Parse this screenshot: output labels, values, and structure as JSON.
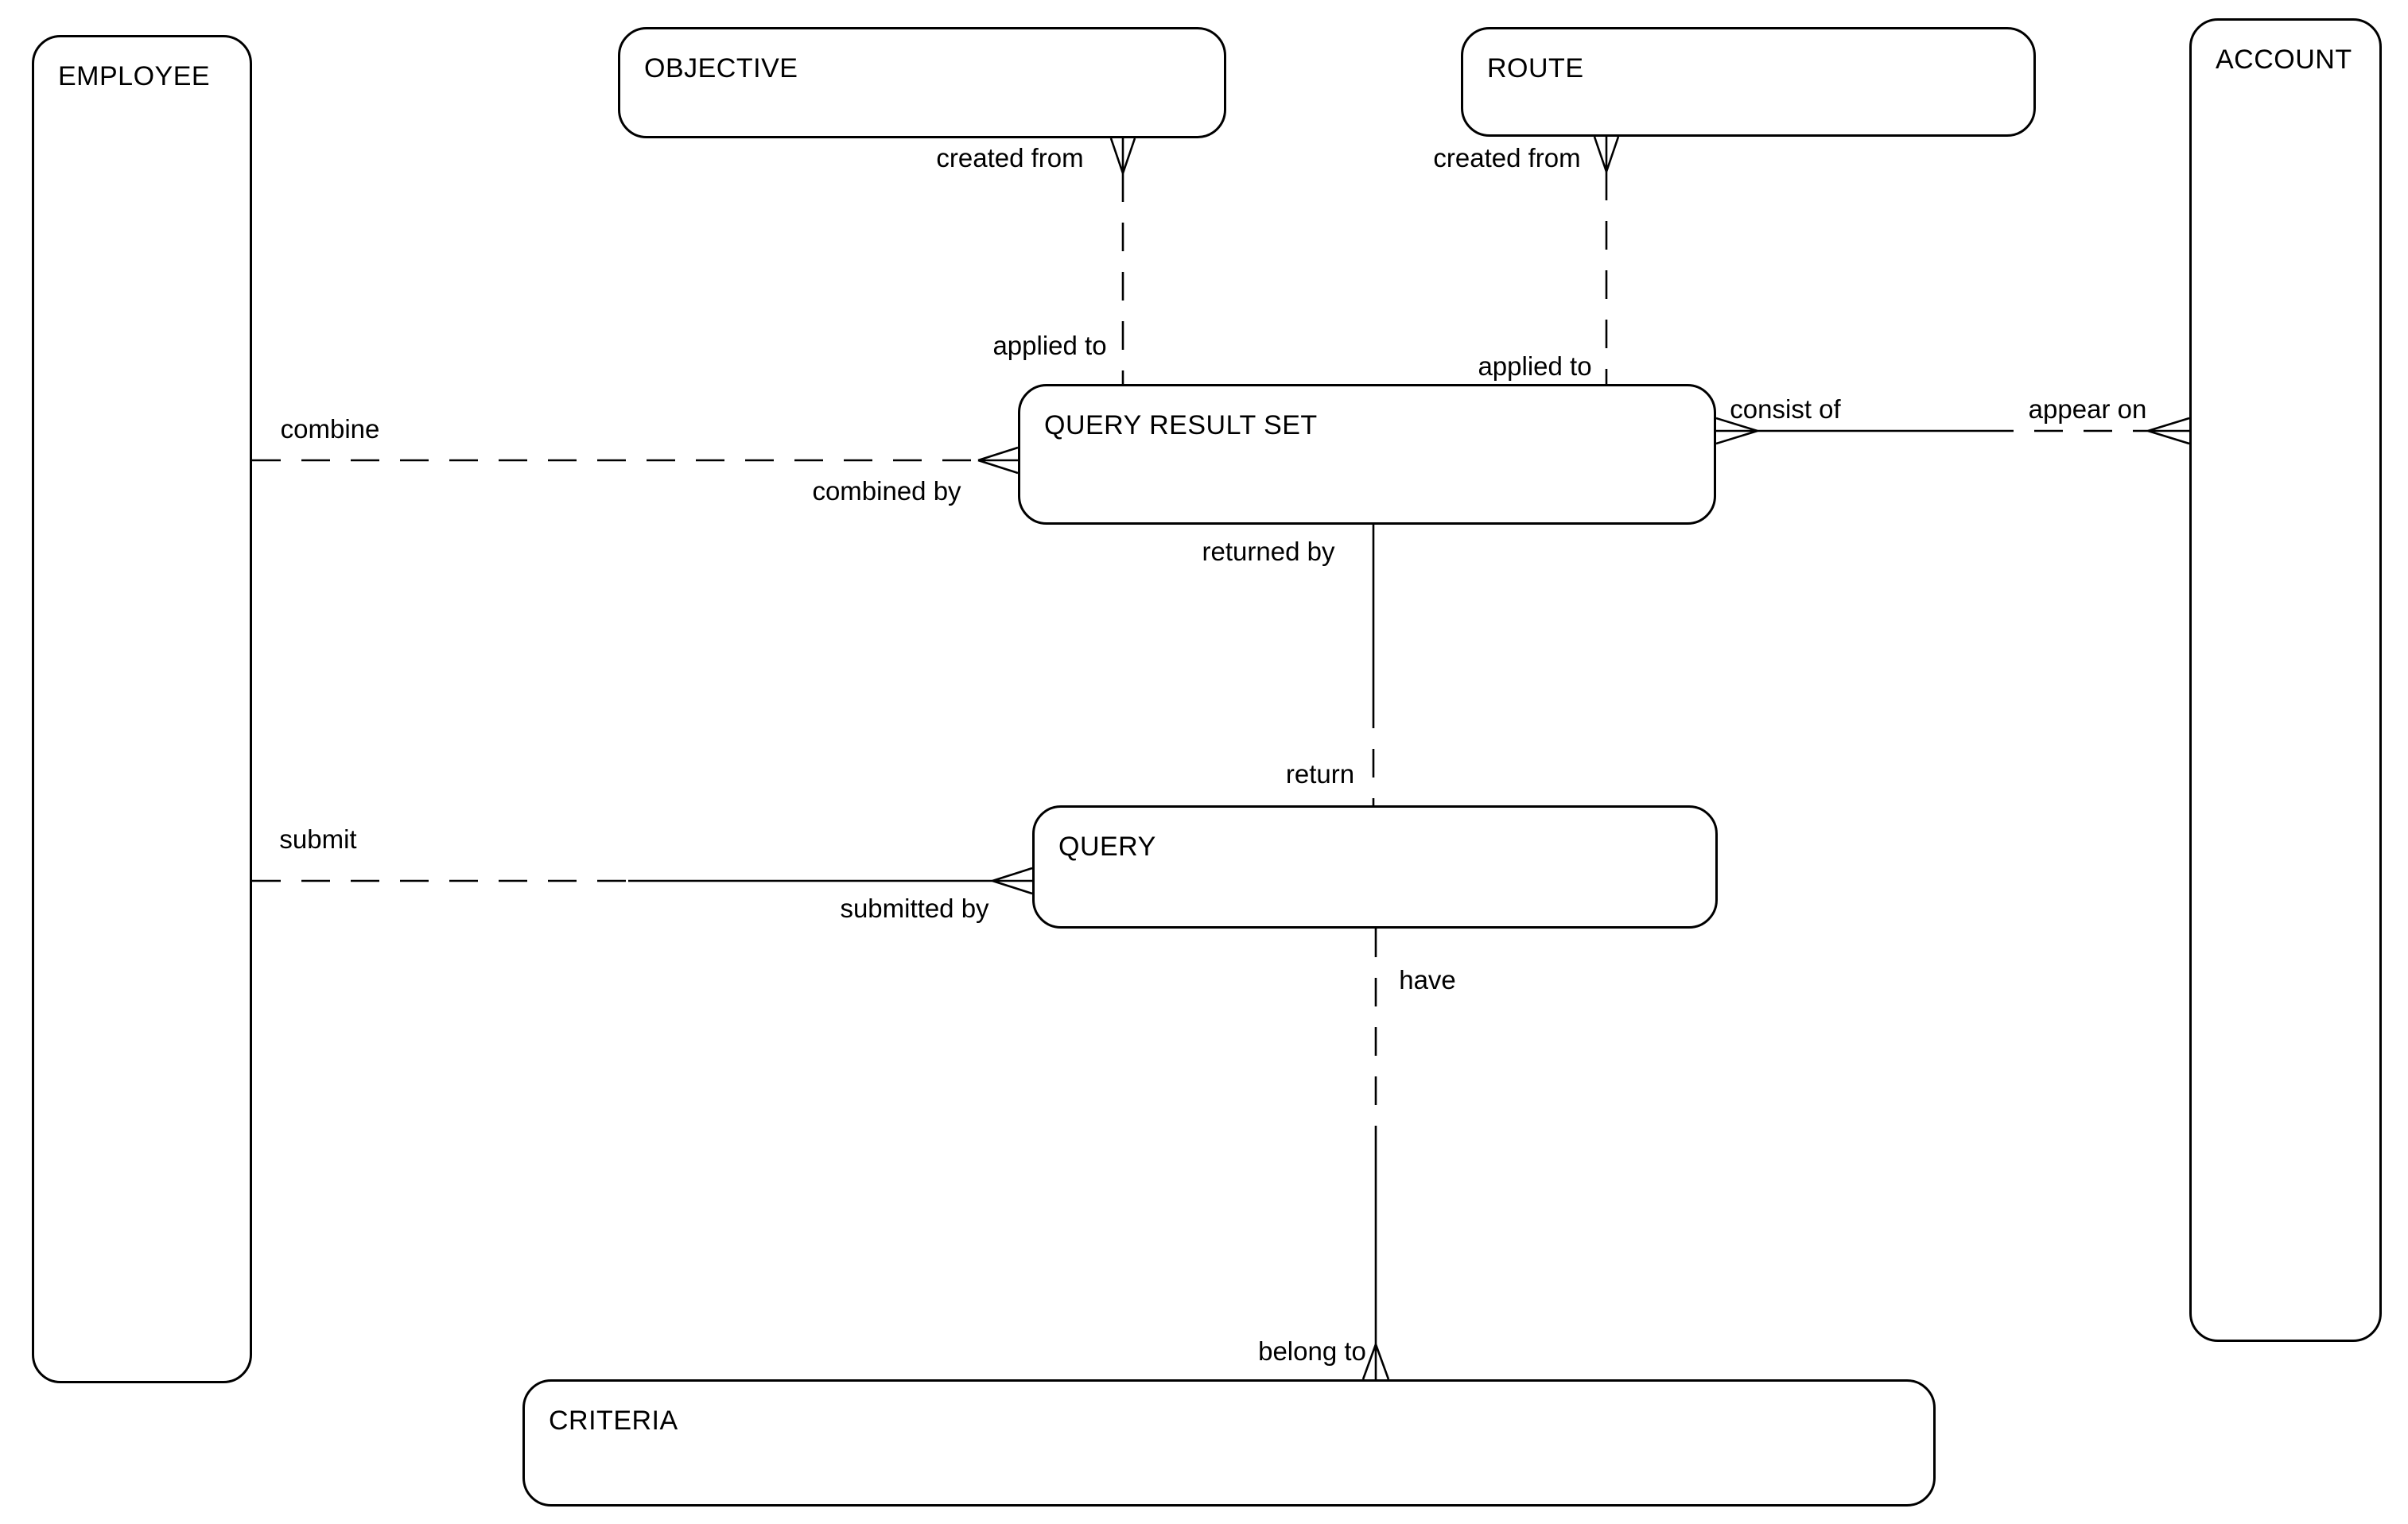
{
  "colors": {
    "stroke": "#000000",
    "background": "#ffffff"
  },
  "entities": {
    "employee": {
      "label": "EMPLOYEE"
    },
    "objective": {
      "label": "OBJECTIVE"
    },
    "route": {
      "label": "ROUTE"
    },
    "account": {
      "label": "ACCOUNT"
    },
    "query_result_set": {
      "label": "QUERY RESULT SET"
    },
    "query": {
      "label": "QUERY"
    },
    "criteria": {
      "label": "CRITERIA"
    }
  },
  "relationships": [
    {
      "from": "OBJECTIVE",
      "to": "QUERY RESULT SET",
      "from_label": "created from",
      "to_label": "applied to",
      "line": "dashed",
      "crow_foot_at": [
        "OBJECTIVE"
      ]
    },
    {
      "from": "ROUTE",
      "to": "QUERY RESULT SET",
      "from_label": "created from",
      "to_label": "applied to",
      "line": "dashed",
      "crow_foot_at": [
        "ROUTE"
      ]
    },
    {
      "from": "EMPLOYEE",
      "to": "QUERY RESULT SET",
      "from_label": "combine",
      "to_label": "combined by",
      "line": "dashed",
      "crow_foot_at": [
        "QUERY RESULT SET"
      ]
    },
    {
      "from": "QUERY RESULT SET",
      "to": "ACCOUNT",
      "from_label": "consist of",
      "to_label": "appear on",
      "line": "solid-then-dashed",
      "crow_foot_at": [
        "QUERY RESULT SET",
        "ACCOUNT"
      ]
    },
    {
      "from": "QUERY RESULT SET",
      "to": "QUERY",
      "from_label": "returned by",
      "to_label": "return",
      "line": "solid-then-dashed",
      "crow_foot_at": []
    },
    {
      "from": "EMPLOYEE",
      "to": "QUERY",
      "from_label": "submit",
      "to_label": "submitted by",
      "line": "dashed-then-solid",
      "crow_foot_at": [
        "QUERY"
      ]
    },
    {
      "from": "QUERY",
      "to": "CRITERIA",
      "from_label": "have",
      "to_label": "belong to",
      "line": "dashed-then-solid",
      "crow_foot_at": [
        "CRITERIA"
      ]
    }
  ]
}
